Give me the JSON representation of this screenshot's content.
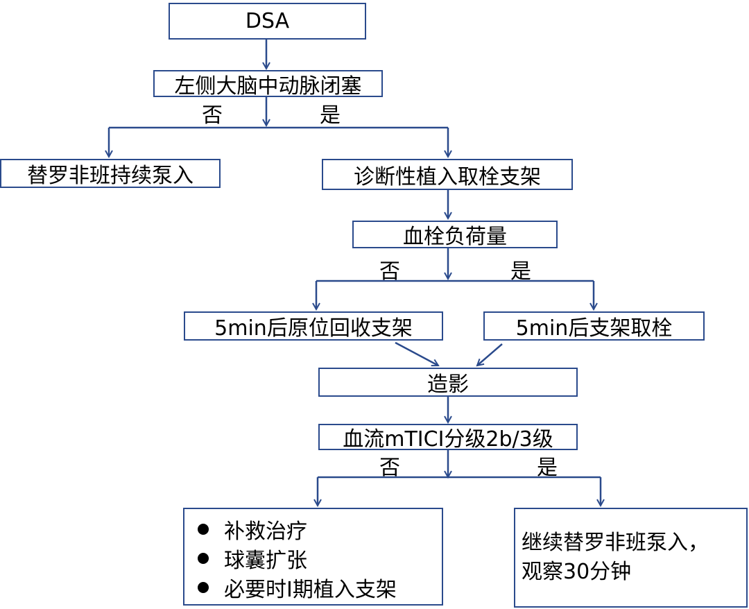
{
  "nodes": {
    "dsa": "DSA",
    "mca": "左侧大脑中动脉闭塞",
    "tirofiban": "替罗非班持续泵入",
    "stent": "诊断性植入取栓支架",
    "clot": "血栓负荷量",
    "retrieve_in_situ": "5min后原位回收支架",
    "thrombectomy": "5min后支架取栓",
    "angio": "造影",
    "tici": "血流mTICI分级2b/3级",
    "rescue_items": [
      "补救治疗",
      "球囊扩张",
      "必要时I期植入支架"
    ],
    "continue_line1": "继续替罗非班泵入，",
    "continue_line2": "观察30分钟"
  },
  "labels": {
    "no": "否",
    "yes": "是"
  },
  "colors": {
    "line": "#2a4a8c",
    "border": "#2a4a8c"
  }
}
